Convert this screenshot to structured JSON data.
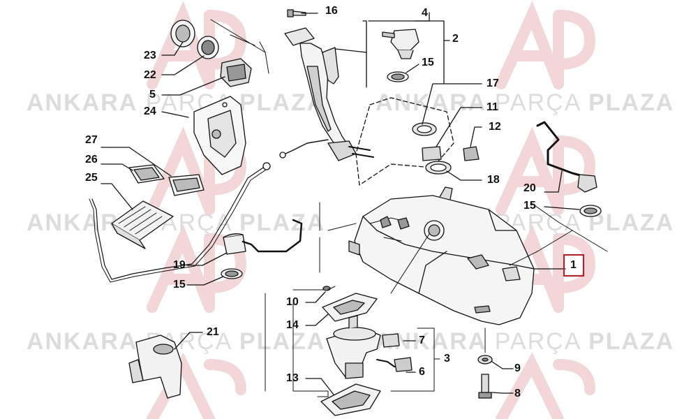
{
  "watermark": {
    "brand_part1": "ANKARA",
    "brand_part2": "PARÇA",
    "brand_part3": "PLAZA",
    "logo_color": "#f2d6d8",
    "text_color": "#dcdcdc"
  },
  "callouts": {
    "n1": "1",
    "n2": "2",
    "n3": "3",
    "n4": "4",
    "n5": "5",
    "n6": "6",
    "n7": "7",
    "n8": "8",
    "n9": "9",
    "n10": "10",
    "n11": "11",
    "n12": "12",
    "n13": "13",
    "n14": "14",
    "n15a": "15",
    "n15b": "15",
    "n15c": "15",
    "n16": "16",
    "n17": "17",
    "n18": "18",
    "n19": "19",
    "n20": "20",
    "n21": "21",
    "n22": "22",
    "n23": "23",
    "n24": "24",
    "n25": "25",
    "n26": "26",
    "n27": "27"
  },
  "highlight": {
    "part": "1",
    "color": "#d0171c"
  },
  "colors": {
    "line": "#111111",
    "part_fill": "#f4f4f4",
    "part_shade": "#9a9a9a"
  }
}
